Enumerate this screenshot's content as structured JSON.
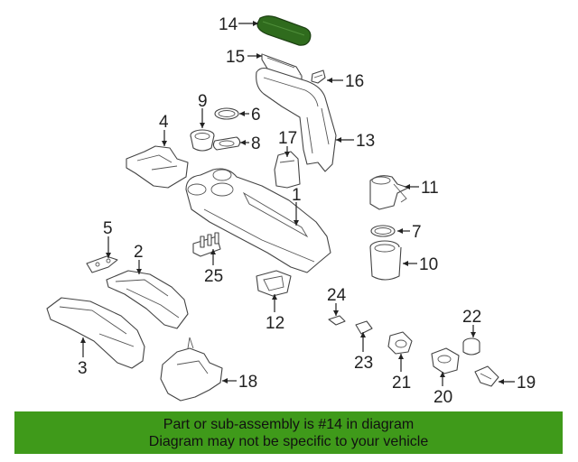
{
  "diagram": {
    "highlight_color": "#2f6b1d",
    "labels": [
      {
        "id": "14",
        "text": "14"
      },
      {
        "id": "15",
        "text": "15"
      },
      {
        "id": "16",
        "text": "16"
      },
      {
        "id": "9",
        "text": "9"
      },
      {
        "id": "6",
        "text": "6"
      },
      {
        "id": "4",
        "text": "4"
      },
      {
        "id": "8",
        "text": "8"
      },
      {
        "id": "17",
        "text": "17"
      },
      {
        "id": "13",
        "text": "13"
      },
      {
        "id": "1",
        "text": "1"
      },
      {
        "id": "11",
        "text": "11"
      },
      {
        "id": "7",
        "text": "7"
      },
      {
        "id": "5",
        "text": "5"
      },
      {
        "id": "2",
        "text": "2"
      },
      {
        "id": "10",
        "text": "10"
      },
      {
        "id": "25",
        "text": "25"
      },
      {
        "id": "24",
        "text": "24"
      },
      {
        "id": "12",
        "text": "12"
      },
      {
        "id": "22",
        "text": "22"
      },
      {
        "id": "3",
        "text": "3"
      },
      {
        "id": "23",
        "text": "23"
      },
      {
        "id": "18",
        "text": "18"
      },
      {
        "id": "21",
        "text": "21"
      },
      {
        "id": "19",
        "text": "19"
      },
      {
        "id": "20",
        "text": "20"
      }
    ]
  },
  "banner": {
    "background": "#3f9a1a",
    "line1": "Part or sub-assembly is #14 in diagram",
    "line2": "Diagram may not be specific to your vehicle"
  }
}
